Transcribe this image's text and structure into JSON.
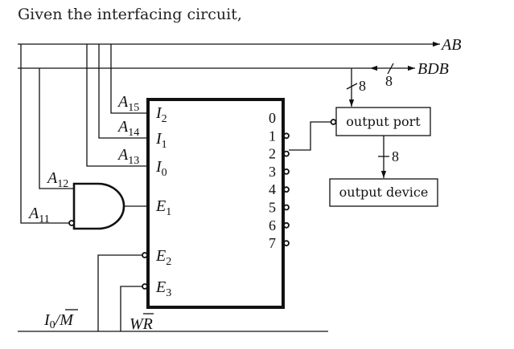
{
  "caption": "Given the interfacing circuit,",
  "buses": {
    "address_bus": "AB",
    "data_bus": "BDB",
    "data_bus_width_label": "8",
    "port_input_width_label": "8",
    "port_output_width_label": "8"
  },
  "address_lines": {
    "a15": {
      "letter": "A",
      "sub": "15"
    },
    "a14": {
      "letter": "A",
      "sub": "14"
    },
    "a13": {
      "letter": "A",
      "sub": "13"
    },
    "a12": {
      "letter": "A",
      "sub": "12"
    },
    "a11": {
      "letter": "A",
      "sub": "11"
    }
  },
  "decoder": {
    "inputs": [
      {
        "letter": "I",
        "sub": "2"
      },
      {
        "letter": "I",
        "sub": "1"
      },
      {
        "letter": "I",
        "sub": "0"
      }
    ],
    "enables": [
      {
        "letter": "E",
        "sub": "1",
        "active_low": false
      },
      {
        "letter": "E",
        "sub": "2",
        "active_low": true
      },
      {
        "letter": "E",
        "sub": "3",
        "active_low": true
      }
    ],
    "outputs": [
      {
        "label": "0",
        "active_low": false
      },
      {
        "label": "1",
        "active_low": true
      },
      {
        "label": "2",
        "active_low": true
      },
      {
        "label": "3",
        "active_low": true
      },
      {
        "label": "4",
        "active_low": true
      },
      {
        "label": "5",
        "active_low": true
      },
      {
        "label": "6",
        "active_low": true
      },
      {
        "label": "7",
        "active_low": true
      }
    ]
  },
  "control_signals": {
    "io_m": {
      "left": "I",
      "sub": "0",
      "slash": "/",
      "bar": "M"
    },
    "wr": {
      "left": "W",
      "bar": "R"
    }
  },
  "blocks": {
    "output_port": "output port",
    "output_device": "output device"
  }
}
